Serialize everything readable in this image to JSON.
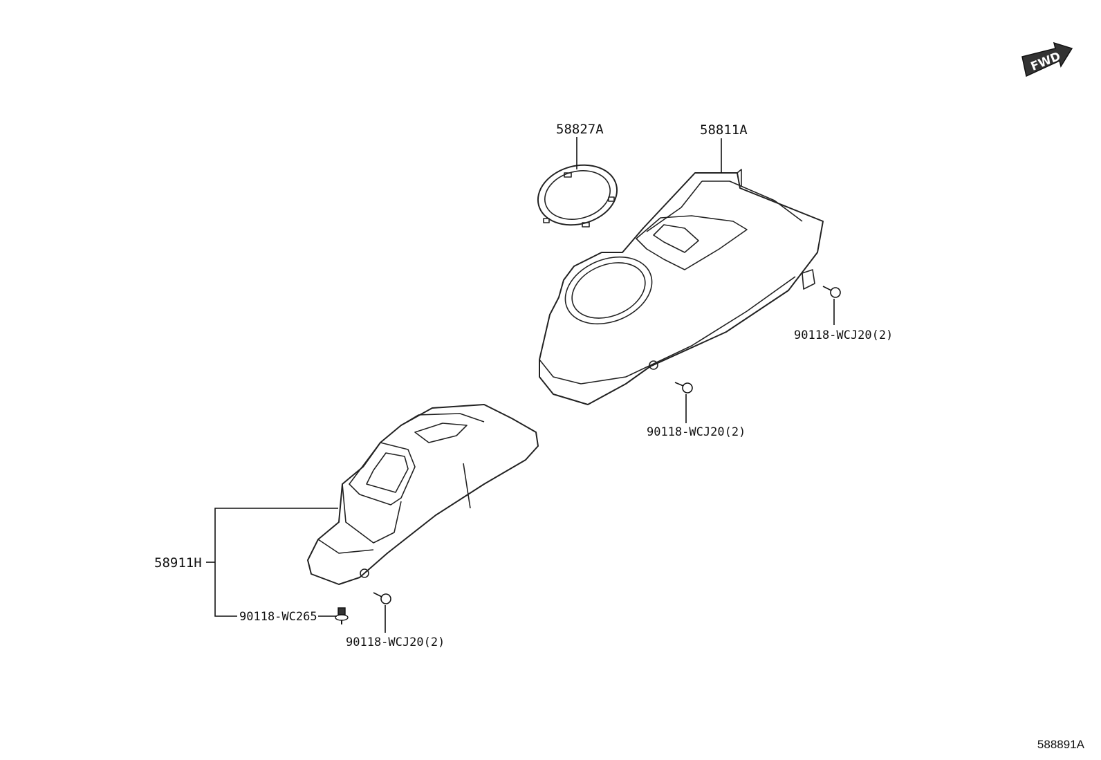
{
  "fwd_label": "FWD",
  "diagram_code": "588891A",
  "labels": {
    "part_58827A": "58827A",
    "part_58811A": "58811A",
    "part_58911H": "58911H",
    "screw_right": "90118-WCJ20(2)",
    "screw_center": "90118-WCJ20(2)",
    "screw_lower": "90118-WCJ20(2)",
    "clip_lower": "90118-WC265"
  }
}
